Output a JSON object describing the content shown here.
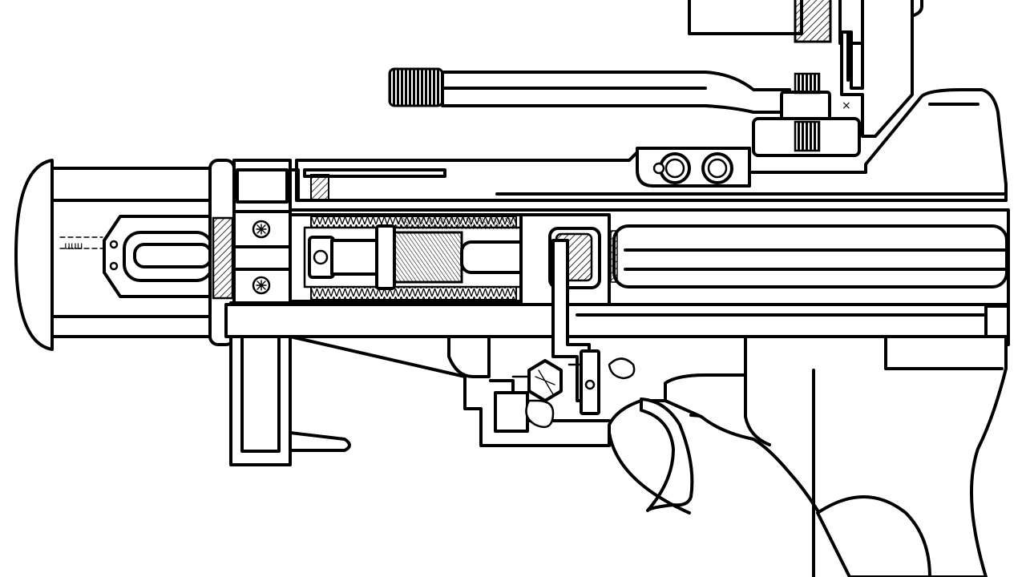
{
  "figure": {
    "background": "#ffffff",
    "ink": "#000000"
  },
  "parts": [
    {
      "id": "muzzle-cap",
      "icon": "cap"
    },
    {
      "id": "barrel-tube",
      "icon": "tube"
    },
    {
      "id": "front-collar",
      "icon": "collar"
    },
    {
      "id": "spring-assembly",
      "icon": "spring"
    },
    {
      "id": "bolt",
      "icon": "bolt"
    },
    {
      "id": "rear-sight-rod",
      "icon": "threaded-rod"
    },
    {
      "id": "sight-bracket",
      "icon": "bracket"
    },
    {
      "id": "trigger-mechanism",
      "icon": "trigger"
    },
    {
      "id": "pistol-grip",
      "icon": "grip"
    },
    {
      "id": "front-grip-plate",
      "icon": "plate"
    }
  ]
}
